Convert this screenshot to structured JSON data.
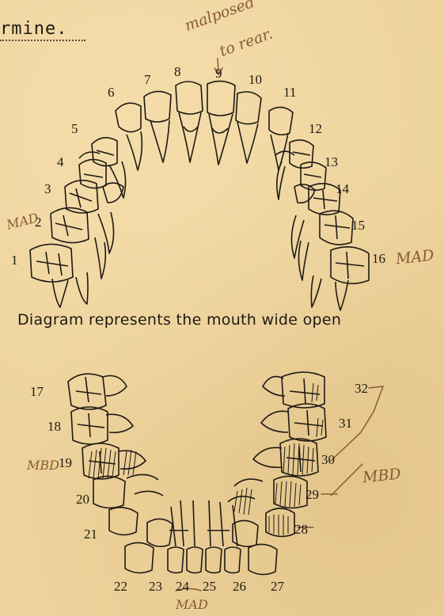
{
  "heading": "rmine.",
  "caption": "Diagram represents the mouth wide open",
  "handwriting": {
    "malposed_1": "malposed",
    "malposed_2": "to rear.",
    "mad_upper_left": "MAD",
    "mad_upper_right": "MAD",
    "mbd_lower_left": "MBD",
    "mbd_lower_right": "MBD",
    "mad_lower": "MAD"
  },
  "upper_numbers": [
    "1",
    "2",
    "3",
    "4",
    "5",
    "6",
    "7",
    "8",
    "9",
    "10",
    "11",
    "12",
    "13",
    "14",
    "15",
    "16"
  ],
  "lower_numbers": [
    "17",
    "18",
    "19",
    "20",
    "21",
    "22",
    "23",
    "24",
    "25",
    "26",
    "27",
    "28",
    "29",
    "30",
    "31",
    "32"
  ],
  "colors": {
    "paper": "#edd29b",
    "ink": "#1e1a14",
    "pencil": "#8a5a34"
  }
}
